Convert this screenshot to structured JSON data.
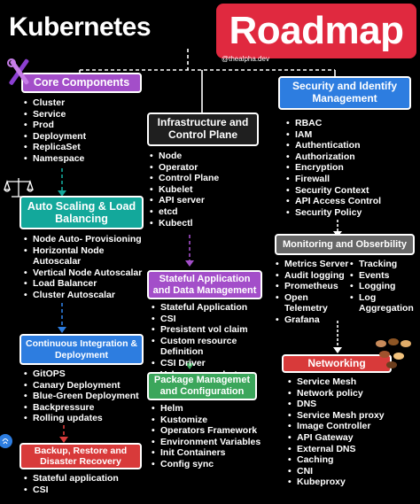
{
  "header": {
    "title": "Kubernetes",
    "badge": "Roadmap",
    "handle": "@thealpha.dev"
  },
  "colors": {
    "background": "#000000",
    "roadmap_badge": "#e0293f",
    "purple": "#a34ec9",
    "teal": "#13a89b",
    "blue": "#2d7de0",
    "red": "#d83a3a",
    "gray": "#676767",
    "green": "#3ba65b",
    "dark": "#1f1f1f"
  },
  "sections": {
    "core": {
      "title": "Core Components",
      "items": [
        "Cluster",
        "Service",
        "Prod",
        "Deployment",
        "ReplicaSet",
        "Namespace"
      ]
    },
    "scaling": {
      "title": "Auto Scaling & Load Balancing",
      "items": [
        "Node Auto- Provisioning",
        "Horizontal Node",
        "Autoscalar",
        "Vertical Node Autoscalar",
        "Load Balancer",
        "Cluster Autoscalar"
      ]
    },
    "ci": {
      "title": "Continuous Integration & Deployment",
      "items": [
        "GitOPS",
        "Canary Deployment",
        "Blue-Green Deployment",
        "Backpressure",
        "Rolling updates"
      ]
    },
    "backup": {
      "title": "Backup, Restore and Disaster Recovery",
      "items": [
        "Stateful application",
        "CSI"
      ]
    },
    "infra": {
      "title": "Infrastructure and Control Plane",
      "items": [
        "Node",
        "Operator",
        "Control Plane",
        "Kubelet",
        "API server",
        "etcd",
        "Kubectl"
      ]
    },
    "stateful": {
      "title": "Stateful Application and Data Management",
      "items": [
        "Stateful Application",
        "CSI",
        "Presistent vol claim",
        "Custom resource",
        "Definition",
        "CSI Driver",
        "Volume snapshot"
      ]
    },
    "package": {
      "title": "Package Managemet and Configuration",
      "items": [
        "Helm",
        "Kustomize",
        "Operators Framework",
        "Environment Variables",
        "Init Containers",
        "Config sync"
      ]
    },
    "security": {
      "title": "Security and Identify Management",
      "items": [
        "RBAC",
        "IAM",
        "Authentication",
        "Authorization",
        "Encryption",
        "Firewall",
        "Security Context",
        "API Access Control",
        "Security Policy"
      ]
    },
    "monitoring": {
      "title": "Monitoring and Obserbility",
      "items_left": [
        "Metrics Server",
        "Audit logging",
        "Prometheus",
        "Open",
        "Telemetry",
        "Grafana"
      ],
      "items_right": [
        "Tracking",
        "Events",
        "Logging",
        "Log",
        "Aggregation"
      ]
    },
    "networking": {
      "title": "Networking",
      "items": [
        "Service Mesh",
        "Network policy",
        "DNS",
        "Service Mesh proxy",
        "Image Controller",
        "API Gateway",
        "External DNS",
        "Caching",
        "CNI",
        "Kubeproxy"
      ]
    }
  },
  "icons": [
    "tools-icon",
    "scale-icon",
    "hands-icon",
    "fingerprint-icon"
  ]
}
